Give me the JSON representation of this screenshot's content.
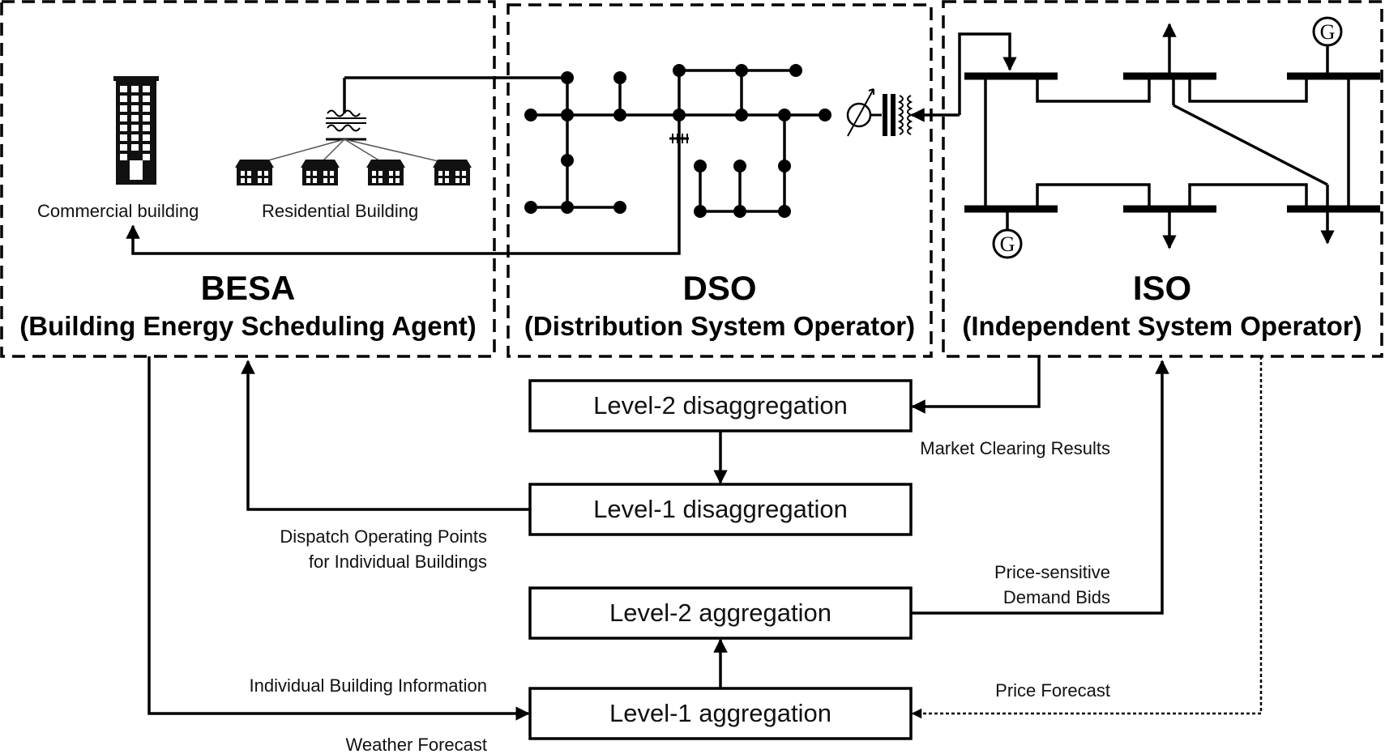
{
  "regions": {
    "besa": {
      "abbr": "BESA",
      "full": "(Building Energy Scheduling Agent)"
    },
    "dso": {
      "abbr": "DSO",
      "full": "(Distribution System Operator)"
    },
    "iso": {
      "abbr": "ISO",
      "full": "(Independent System Operator)"
    }
  },
  "buildings": {
    "commercial_label": "Commercial building",
    "residential_label": "Residential Building"
  },
  "generator_symbol": "G",
  "boxes": {
    "level2_disaggregation": "Level-2 disaggregation",
    "level1_disaggregation": "Level-1 disaggregation",
    "level2_aggregation": "Level-2 aggregation",
    "level1_aggregation": "Level-1 aggregation"
  },
  "flows": {
    "market_clearing_results": "Market Clearing Results",
    "dispatch_line1": "Dispatch Operating Points",
    "dispatch_line2": "for Individual Buildings",
    "price_sensitive_line1": "Price-sensitive",
    "price_sensitive_line2": "Demand Bids",
    "individual_building_info": "Individual Building Information",
    "weather_forecast": "Weather Forecast",
    "price_forecast": "Price Forecast"
  }
}
